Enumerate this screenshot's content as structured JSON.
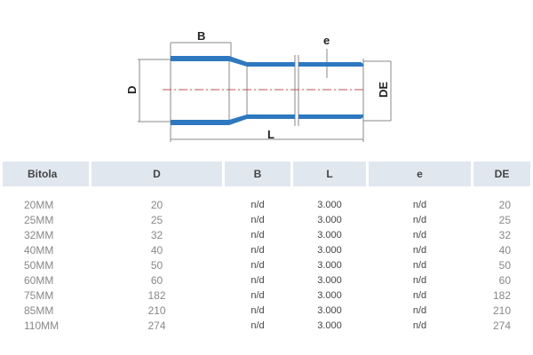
{
  "diagram": {
    "labels": {
      "B": "B",
      "D": "D",
      "L": "L",
      "e": "e",
      "DE": "DE"
    },
    "pipe_color": "#2e78c0",
    "centerline_color": "#c05050"
  },
  "table": {
    "headers": [
      "Bitola",
      "D",
      "B",
      "L",
      "e",
      "DE"
    ],
    "rows": [
      [
        "20MM",
        "20",
        "n/d",
        "3.000",
        "n/d",
        "20"
      ],
      [
        "25MM",
        "25",
        "n/d",
        "3.000",
        "n/d",
        "25"
      ],
      [
        "32MM",
        "32",
        "n/d",
        "3.000",
        "n/d",
        "32"
      ],
      [
        "40MM",
        "40",
        "n/d",
        "3.000",
        "n/d",
        "40"
      ],
      [
        "50MM",
        "50",
        "n/d",
        "3.000",
        "n/d",
        "50"
      ],
      [
        "60MM",
        "60",
        "n/d",
        "3.000",
        "n/d",
        "60"
      ],
      [
        "75MM",
        "182",
        "n/d",
        "3.000",
        "n/d",
        "182"
      ],
      [
        "85MM",
        "210",
        "n/d",
        "3.000",
        "n/d",
        "210"
      ],
      [
        "110MM",
        "274",
        "n/d",
        "3.000",
        "n/d",
        "274"
      ]
    ]
  }
}
